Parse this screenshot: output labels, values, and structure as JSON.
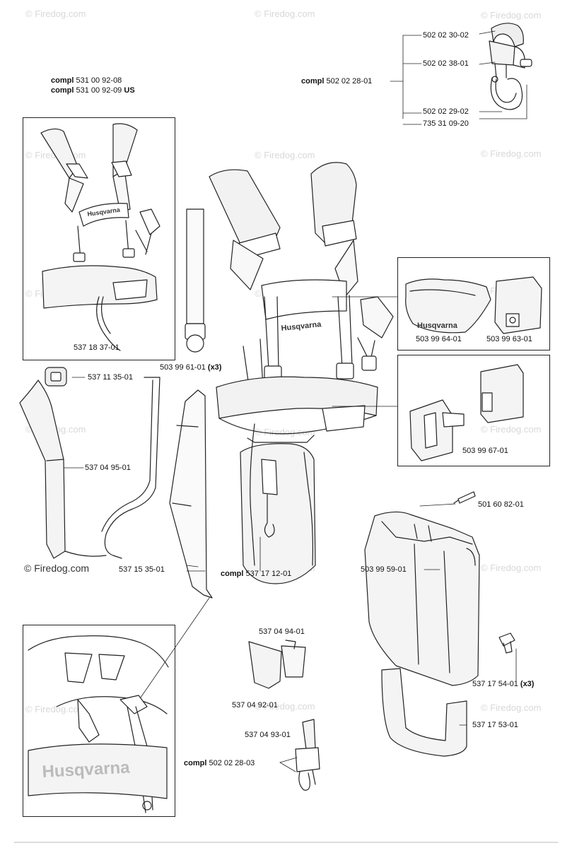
{
  "header": {
    "compl_word": "compl",
    "kit_1": "531 00 92-08",
    "kit_2": "531 00 92-09",
    "kit_2_suffix": "US"
  },
  "watermark": {
    "text": "© Firedog.com"
  },
  "logos": {
    "brand": "Husqvarna"
  },
  "labels": {
    "p_502_02_30_02": "502 02 30-02",
    "p_502_02_38_01": "502 02 38-01",
    "p_502_02_28_01": "502 02 28-01",
    "p_502_02_29_02": "502 02 29-02",
    "p_735_31_09_20": "735 31 09-20",
    "p_537_18_37_01": "537 18 37-01",
    "p_503_99_61_01": "503 99 61-01",
    "x3": "(x3)",
    "p_503_99_64_01": "503 99 64-01",
    "p_503_99_63_01": "503 99 63-01",
    "p_503_99_67_01": "503 99 67-01",
    "p_537_11_35_01": "537 11 35-01",
    "p_537_04_95_01": "537 04 95-01",
    "p_537_15_35_01": "537 15 35-01",
    "p_537_17_12_01": "537 17 12-01",
    "p_501_60_82_01": "501 60 82-01",
    "p_503_99_59_01": "503 99 59-01",
    "p_537_04_94_01": "537 04 94-01",
    "p_537_04_92_01": "537 04 92-01",
    "p_537_04_93_01": "537 04 93-01",
    "p_502_02_28_03": "502 02 28-03",
    "p_537_17_54_01": "537 17 54-01",
    "p_537_17_53_01": "537 17 53-01"
  }
}
